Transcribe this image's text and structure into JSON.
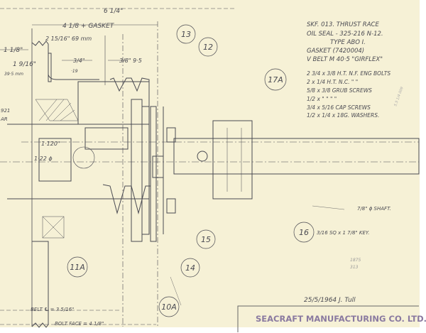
{
  "notes": {
    "lines": [
      "SKF. 013. THRUST RACE",
      "OIL SEAL  - 325-216 N-12.",
      "TYPE ABO I.",
      "GASKET  (7420004)",
      "V BELT  M 40·5 \"GIRFLEX\""
    ],
    "parts": [
      "2 3/4 x 3/8  H.T. N.F. ENG BOLTS",
      "2 x 1/4  H.T. N.C.  \"   \"",
      "5/8 x 3/8  GRUB SCREWS",
      "1/2 x \"    \"   \"   \"",
      "3/4 x 5/16  CAP SCREWS",
      "1/2 x 1/4 x 18G. WASHERS."
    ],
    "side_pencil": "5.5 1/4  009"
  },
  "dimensions": {
    "overall": "6 1/4\"",
    "gasket": "4 1/8 + GASKET",
    "d1": "2 15/16\" 69 mm",
    "d2": "1 1/8\"",
    "d3": "1 9/16\"",
    "d3mm": "39·5 mm",
    "d4": "3/4\"",
    "d4mm": "·19",
    "d5": "3/8\" 9·5",
    "bore1": "1·120\"",
    "bore2": "1·22 ϕ",
    "left_cut_1": "921",
    "left_cut_2": "AR",
    "belt": "BELT ℄ = 3 5/16\"",
    "bolt_face": "BOLT FACE = 4 1/8\"",
    "shaft": "7/8\" ϕ SHAFT.",
    "key": "3/16 SQ x 1 7/8\" KEY.",
    "pencil_1": "1875",
    "pencil_2": "313"
  },
  "balloons": [
    "13",
    "12",
    "17A",
    "15",
    "14",
    "11A",
    "10A",
    "16"
  ],
  "signature": "25/5/1964  J. Tull",
  "stamp": "SEACRAFT MANUFACTURING CO. LTD.",
  "colors": {
    "paper": "#f6f1d6",
    "ink": "#4a4a52",
    "stamp": "#8a7aa0"
  }
}
